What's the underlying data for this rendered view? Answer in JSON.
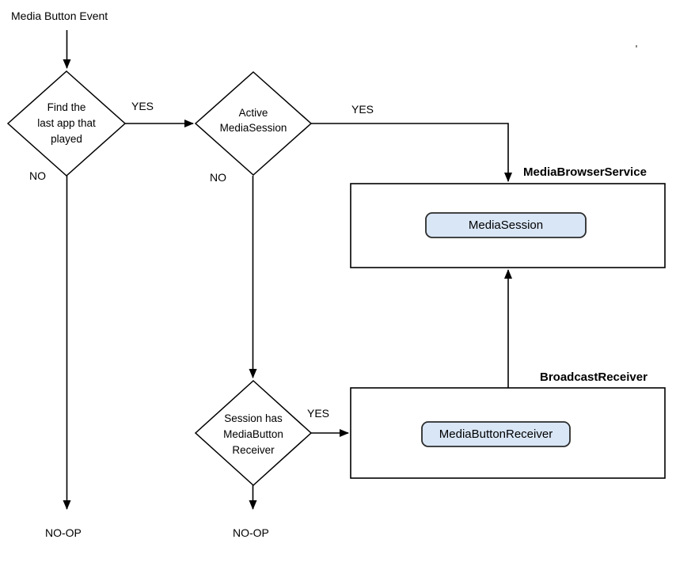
{
  "colors": {
    "background": "#ffffff",
    "line": "#000000",
    "chip_fill": "#d9e6f6",
    "chip_border": "#2b2b2b",
    "box_border": "#000000",
    "box_fill": "#ffffff"
  },
  "diagram": {
    "start_label": "Media Button Event",
    "decisions": [
      {
        "name": "find-last-app",
        "lines": [
          "Find the",
          "last app that",
          "played"
        ]
      },
      {
        "name": "active-mediasession",
        "lines": [
          "Active",
          "MediaSession"
        ]
      },
      {
        "name": "session-has-mediabutton-receiver",
        "lines": [
          "Session  has",
          "MediaButton",
          "Receiver"
        ]
      }
    ],
    "edge_labels": {
      "find_yes": "YES",
      "find_no": "NO",
      "active_yes": "YES",
      "active_no": "NO",
      "session_yes": "YES"
    },
    "containers": [
      {
        "title": "MediaBrowserService",
        "child_label": "MediaSession"
      },
      {
        "title": "BroadcastReceiver",
        "child_label": "MediaButtonReceiver"
      }
    ],
    "terminals": {
      "left": "NO-OP",
      "middle": "NO-OP"
    }
  }
}
